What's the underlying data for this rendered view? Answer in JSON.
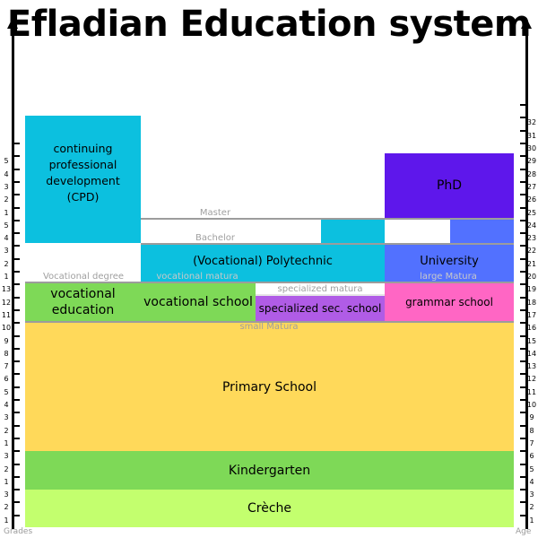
{
  "title": "Efladian Education system",
  "left_axis": {
    "caption": "Grades",
    "labels": [
      "1",
      "2",
      "3",
      "1",
      "2",
      "3",
      "1",
      "2",
      "3",
      "4",
      "5",
      "6",
      "7",
      "8",
      "9",
      "10",
      "11",
      "12",
      "13",
      "1",
      "2",
      "3",
      "4",
      "5",
      "1",
      "2",
      "3",
      "4",
      "5"
    ]
  },
  "right_axis": {
    "caption": "Age",
    "labels": [
      "1",
      "2",
      "3",
      "4",
      "5",
      "6",
      "7",
      "8",
      "9",
      "10",
      "11",
      "12",
      "13",
      "14",
      "15",
      "16",
      "17",
      "18",
      "19",
      "20",
      "21",
      "22",
      "23",
      "24",
      "25",
      "26",
      "27",
      "28",
      "29",
      "30",
      "31",
      "32"
    ]
  },
  "blocks": {
    "creche": "Crèche",
    "kindergarten": "Kindergarten",
    "primary": "Primary School",
    "vocational_education": "vocational education",
    "vocational_school": "vocational school",
    "specialized_sec": "specialized sec. school",
    "grammar_school": "grammar school",
    "polytechnic": "(Vocational) Polytechnic",
    "university": "University",
    "cpd": "continuing professional development (CPD)",
    "phd": "PhD"
  },
  "captions": {
    "small_matura": "small Matura",
    "vocational_degree": "Vocational degree",
    "vocational_matura": "vocational matura",
    "specialized_matura": "specialized matura",
    "large_matura": "large Matura",
    "bachelor": "Bachelor",
    "master": "Master"
  },
  "colors": {
    "creche": "#c3ff6e",
    "kindergarten": "#7ed957",
    "primary": "#ffd95a",
    "vocational": "#7ed957",
    "specialized": "#b05ce6",
    "grammar": "#ff66c4",
    "polytechnic": "#0cc0df",
    "university": "#5271ff",
    "phd": "#5e17eb",
    "cpd": "#0cc0df"
  }
}
